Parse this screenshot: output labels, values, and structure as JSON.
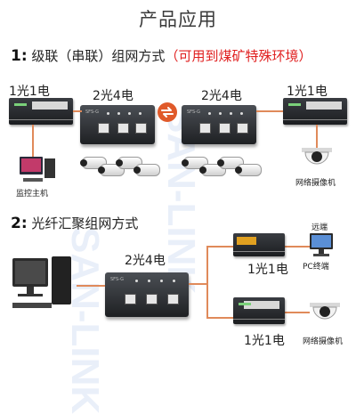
{
  "title": "产品应用",
  "section1": {
    "number": "1:",
    "text": "级联（串联）组网方式",
    "note": "（可用到煤矿特殊环境）"
  },
  "section2": {
    "number": "2:",
    "text": "光纤汇聚组网方式"
  },
  "watermark": "SAN-LINK",
  "labels": {
    "one_fiber_one_copper_a": "1光1电",
    "two_fiber_four_copper_a": "2光4电",
    "two_fiber_four_copper_b": "2光4电",
    "one_fiber_one_copper_b": "1光1电",
    "monitor_host": "监控主机",
    "network_camera_1": "网络摄像机",
    "two_fiber_four_copper_c": "2光4电",
    "remote": "远端",
    "one_fiber_one_copper_c": "1光1电",
    "pc_terminal": "PC终端",
    "one_fiber_one_copper_d": "1光1电",
    "network_camera_2": "网络摄像机"
  },
  "colors": {
    "accent_red": "#e02020",
    "link_orange": "#e08a5a",
    "swap_icon": "#e05a2a"
  },
  "icons": [
    "swap-arrows-icon",
    "computer-icon",
    "camera-icon",
    "dome-camera-icon",
    "pc-icon"
  ]
}
